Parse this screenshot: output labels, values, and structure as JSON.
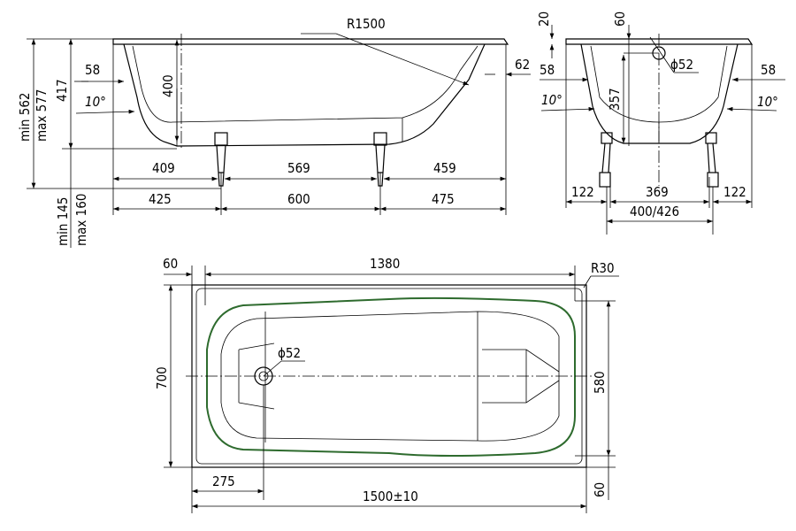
{
  "side_view": {
    "radius": "R1500",
    "wall_offset": "58",
    "angle": "10°",
    "depth": "400",
    "rim_overhang": "62",
    "height_min": "min 562",
    "height_max": "max 577",
    "bowl_height": "417",
    "leg_min": "min 145",
    "leg_max": "max 160",
    "upper_dims": [
      "409",
      "569",
      "459"
    ],
    "lower_dims": [
      "425",
      "600",
      "475"
    ]
  },
  "end_view": {
    "rim_thickness": "20",
    "drain_offset": "60",
    "drain_diameter": "ϕ52",
    "wall_offset_left": "58",
    "wall_offset_right": "58",
    "angle_left": "10°",
    "angle_right": "10°",
    "depth": "357",
    "leg_left": "122",
    "leg_span": "369",
    "leg_right": "122",
    "leg_base": "400/426"
  },
  "plan_view": {
    "rim": "60",
    "inner_length": "1380",
    "corner_radius": "R30",
    "width": "700",
    "inner_width": "580",
    "drain_diameter": "ϕ52",
    "drain_position": "275",
    "length": "1500±10",
    "rim_bottom": "60",
    "outline_color": "#2e6b2e"
  }
}
